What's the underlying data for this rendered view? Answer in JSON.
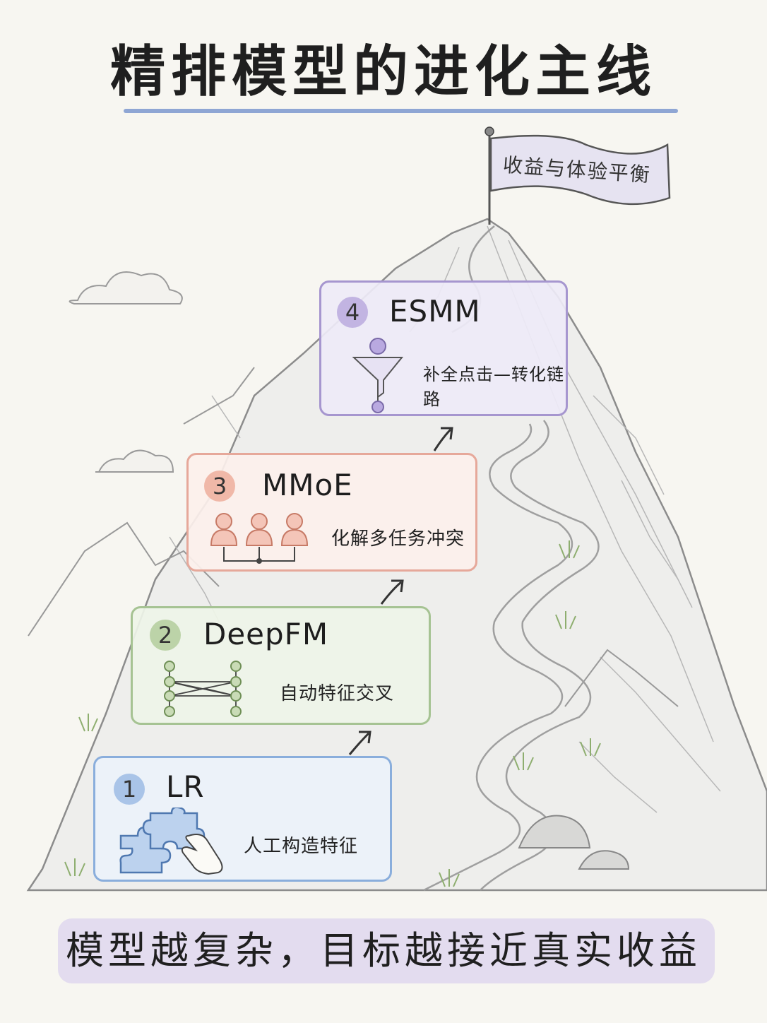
{
  "title": "精排模型的进化主线",
  "flag": {
    "text": "收益与体验平衡"
  },
  "steps": [
    {
      "num": "1",
      "name": "LR",
      "desc": "人工构造特征",
      "icon": "puzzle-hand-icon",
      "color": "#8aaedc"
    },
    {
      "num": "2",
      "name": "DeepFM",
      "desc": "自动特征交叉",
      "icon": "feature-cross-network-icon",
      "color": "#a6c393"
    },
    {
      "num": "3",
      "name": "MMoE",
      "desc": "化解多任务冲突",
      "icon": "three-experts-icon",
      "color": "#e6a89a"
    },
    {
      "num": "4",
      "name": "ESMM",
      "desc": "补全点击—转化链路",
      "icon": "funnel-icon",
      "color": "#a696cf"
    }
  ],
  "footer": "模型越复杂，目标越接近真实收益"
}
